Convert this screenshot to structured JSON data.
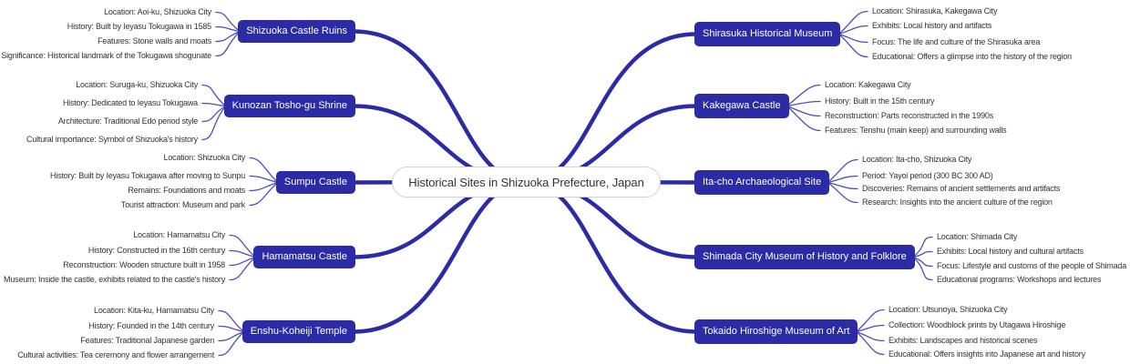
{
  "diagram_type": "mindmap",
  "title": "Historical Sites in Shizuoka Prefecture, Japan",
  "colors": {
    "node_fill": "#2b2ba5",
    "branch_edge": "#2b2ba5",
    "leaf_edge": "#4d4db8",
    "node_text": "#ffffff",
    "leaf_text": "#333333",
    "center_border": "#d4d4d4",
    "center_text": "#333333",
    "background": "#ffffff"
  },
  "branches": {
    "left": [
      {
        "label": "Shizuoka Castle Ruins",
        "leaves": [
          "Location: Aoi-ku, Shizuoka City",
          "History: Built by Ieyasu Tokugawa in 1585",
          "Features: Stone walls and moats",
          "Significance: Historical landmark of the Tokugawa shogunate"
        ]
      },
      {
        "label": "Kunozan Tosho-gu Shrine",
        "leaves": [
          "Location: Suruga-ku, Shizuoka City",
          "History: Dedicated to Ieyasu Tokugawa",
          "Architecture: Traditional Edo period style",
          "Cultural importance: Symbol of Shizuoka's history"
        ]
      },
      {
        "label": "Sumpu Castle",
        "leaves": [
          "Location: Shizuoka City",
          "History: Built by Ieyasu Tokugawa after moving to Sunpu",
          "Remains: Foundations and moats",
          "Tourist attraction: Museum and park"
        ]
      },
      {
        "label": "Hamamatsu Castle",
        "leaves": [
          "Location: Hamamatsu City",
          "History: Constructed in the 16th century",
          "Reconstruction: Wooden structure built in 1958",
          "Museum: Inside the castle, exhibits related to the castle's history"
        ]
      },
      {
        "label": "Enshu-Koheiji Temple",
        "leaves": [
          "Location: Kita-ku, Hamamatsu City",
          "History: Founded in the 14th century",
          "Features: Traditional Japanese garden",
          "Cultural activities: Tea ceremony and flower arrangement"
        ]
      }
    ],
    "right": [
      {
        "label": "Shirasuka Historical Museum",
        "leaves": [
          "Location: Shirasuka, Kakegawa City",
          "Exhibits: Local history and artifacts",
          "Focus: The life and culture of the Shirasuka area",
          "Educational: Offers a glimpse into the history of the region"
        ]
      },
      {
        "label": "Kakegawa Castle",
        "leaves": [
          "Location: Kakegawa City",
          "History: Built in the 15th century",
          "Reconstruction: Parts reconstructed in the 1990s",
          "Features: Tenshu (main keep) and surrounding walls"
        ]
      },
      {
        "label": "Ita-cho Archaeological Site",
        "leaves": [
          "Location: Ita-cho, Shizuoka City",
          "Period: Yayoi period (300 BC 300 AD)",
          "Discoveries: Remains of ancient settlements and artifacts",
          "Research: Insights into the ancient culture of the region"
        ]
      },
      {
        "label": "Shimada City Museum of History and Folklore",
        "leaves": [
          "Location: Shimada City",
          "Exhibits: Local history and cultural artifacts",
          "Focus: Lifestyle and customs of the people of Shimada",
          "Educational programs: Workshops and lectures"
        ]
      },
      {
        "label": "Tokaido Hiroshige Museum of Art",
        "leaves": [
          "Location: Utsunoya, Shizuoka City",
          "Collection: Woodblock prints by Utagawa Hiroshige",
          "Exhibits: Landscapes and historical scenes",
          "Educational: Offers insights into Japanese art and history"
        ]
      }
    ]
  }
}
